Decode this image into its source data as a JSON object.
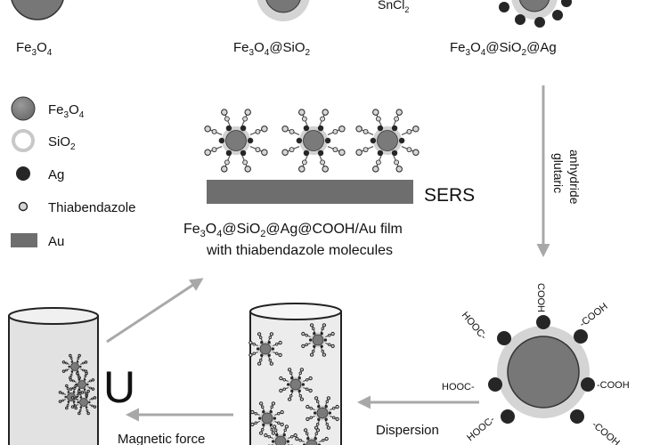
{
  "top_row": {
    "label_left": "Fe3O4",
    "label_middle": "Fe3O4@SiO2",
    "label_right": "Fe3O4@SiO2@Ag",
    "reagent": "SnCl2"
  },
  "legend": {
    "items": [
      {
        "label": "Fe3O4",
        "symbol": "fe3o4-circle"
      },
      {
        "label": "SiO2",
        "symbol": "sio2-ring"
      },
      {
        "label": "Ag",
        "symbol": "ag-dot"
      },
      {
        "label": "Thiabendazole",
        "symbol": "thiabendazole-dot"
      },
      {
        "label": "Au",
        "symbol": "au-rect"
      }
    ]
  },
  "sers": {
    "label": "SERS",
    "caption_line1": "Fe3O4@SiO2@Ag@COOH/Au film",
    "caption_line2": "with thiabendazole molecules"
  },
  "arrows": {
    "glutaric_line1": "glutaric",
    "glutaric_line2": "anhydride",
    "dispersion": "Dispersion",
    "magnetic_force": "Magnetic force"
  },
  "functional_group": {
    "label": "COOH",
    "hooc_top": "HOOC-",
    "cooh_top": "COOH",
    "cooh_upper_right": "-COOH",
    "hooc_left": "HOOC-",
    "cooh_right": "-COOH",
    "hooc_lower_left": "HOOC-",
    "cooh_lower_right": "-COOH"
  },
  "magnet_symbol": "U",
  "colors": {
    "fe3o4": "#7a7a7a",
    "sio2": "#d2d2d2",
    "ag": "#262626",
    "au": "#6e6e6e",
    "arrow": "#a8a8a8"
  }
}
